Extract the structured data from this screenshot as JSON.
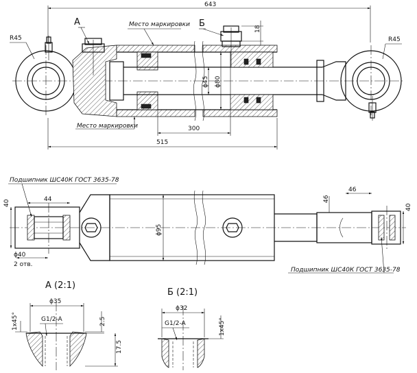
{
  "dimensions": {
    "overall_length": "643",
    "body_length": "515",
    "stroke": "300",
    "radius_left": "R45",
    "radius_right": "R45",
    "port_height": "18",
    "rod_dia": "ϕ45",
    "bore_dia": "ϕ80",
    "barrel_dia": "ϕ95",
    "eye_height_left": "40",
    "eye_height_right": "40",
    "eye_width_left": "44",
    "eye_width_right": "46",
    "eye_vertical_right": "46",
    "pin_dia": "ϕ40",
    "hole_count": "2 отв."
  },
  "labels": {
    "callout_a": "А",
    "callout_b": "Б",
    "marking_top": "Место маркировки",
    "marking_bottom": "Место маркировки",
    "bearing_left": "Подшипник ШС40К ГОСТ 3635-78",
    "bearing_right": "Подшипник ШС40К ГОСТ 3635-78"
  },
  "detail_a": {
    "title": "А (2:1)",
    "diameter": "ϕ35",
    "thread": "G1/2-A",
    "chamfer": "1х45°",
    "depth_small": "2.5",
    "depth": "17.5"
  },
  "detail_b": {
    "title": "Б (2:1)",
    "diameter": "ϕ32",
    "thread": "G1/2-A",
    "chamfer": "1х45°"
  }
}
